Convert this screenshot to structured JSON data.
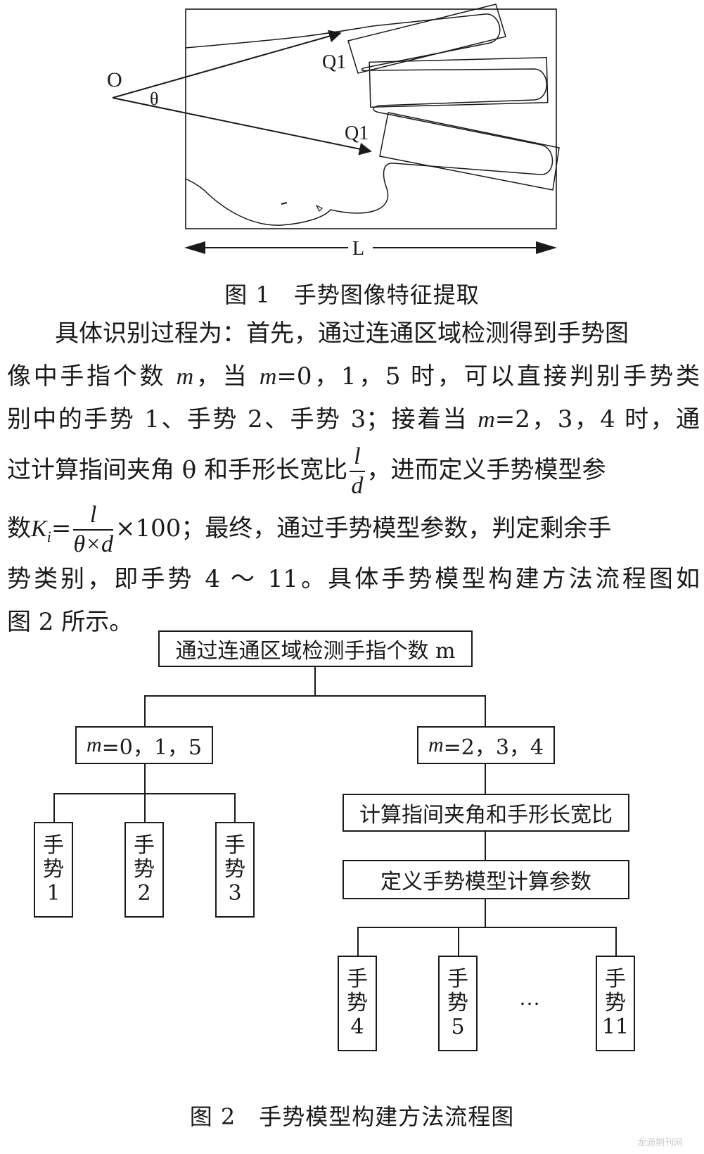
{
  "figure1": {
    "label_O": "O",
    "label_theta": "θ",
    "label_Q1_top": "Q1",
    "label_Q1_bottom": "Q1",
    "label_L": "L",
    "caption": "图 1　手势图像特征提取"
  },
  "paragraph": {
    "line1": "具体识别过程为：首先，通过连通区域检测得到手势图",
    "line2_a": "像中手指个数 ",
    "var_m": "m",
    "line2_b": "，当 ",
    "line2_c": "=0，1，5 时，可以直接判别手势类",
    "line3_a": "别中的手势 1、手势 2、手势 3；接着当 ",
    "line3_b": "=2，3，4 时，通",
    "line4_a": "过计算指间夹角 θ 和手形长宽比",
    "frac1_num": "l",
    "frac1_den": "d",
    "line4_b": "，进而定义手势模型参",
    "line5_a": "数",
    "K": "K",
    "K_sub": "i",
    "eq": "=",
    "frac2_num": "l",
    "frac2_den": "θ×d",
    "line5_b": "×100；最终，通过手势模型参数，判定剩余手",
    "line6": "势类别，即手势 4 ～ 11。具体手势模型构建方法流程图如",
    "line7": "图 2 所示。"
  },
  "flowchart": {
    "root": "通过连通区域检测手指个数 m",
    "left_m": "m",
    "left_cond": "=0，1，5",
    "right_m": "m",
    "right_cond": "=2，3，4",
    "step1": "计算指间夹角和手形长宽比",
    "step2": "定义手势模型计算参数",
    "gesture_char1": "手",
    "gesture_char2": "势",
    "g1": "1",
    "g2": "2",
    "g3": "3",
    "g4": "4",
    "g5": "5",
    "g11": "11",
    "ellipsis": "…",
    "caption": "图 2　手势模型构建方法流程图"
  },
  "watermark": "龙源期刊网"
}
